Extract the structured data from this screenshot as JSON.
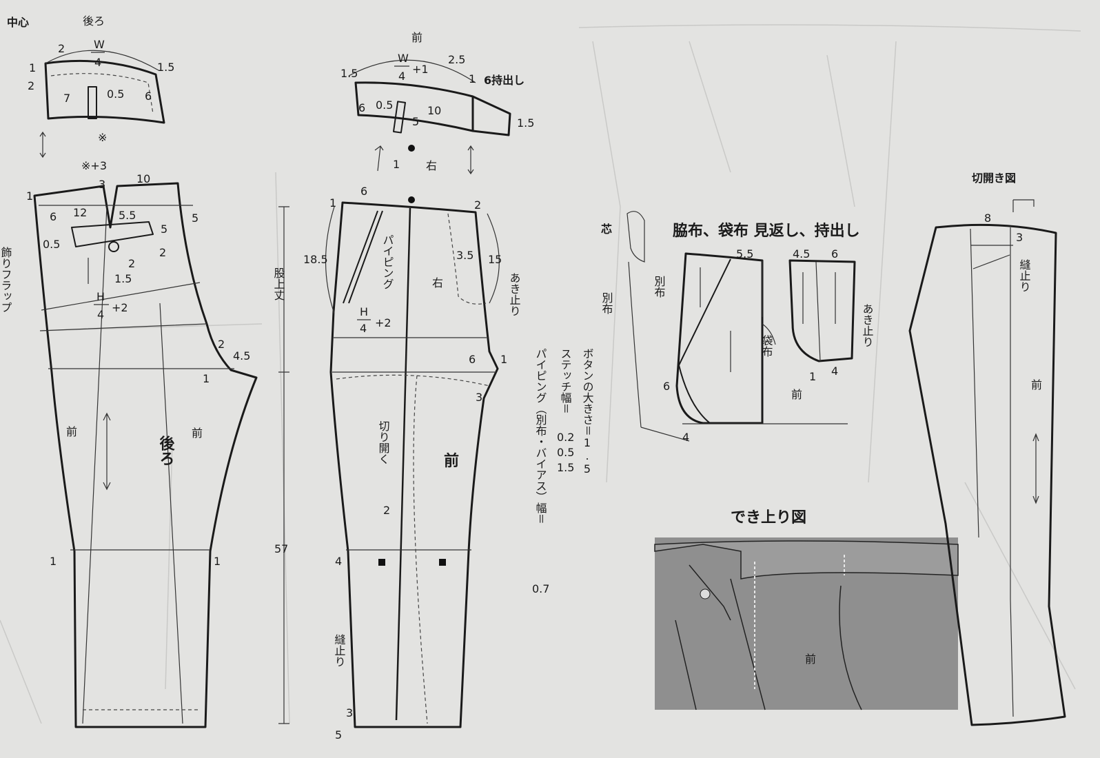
{
  "back_waistband": {
    "title": "後ろ",
    "center": "中心",
    "labels": [
      "2",
      "W",
      "4",
      "1.5",
      "1",
      "2",
      "7",
      "0.5",
      "6",
      "※"
    ]
  },
  "front_waistband": {
    "title": "前",
    "labels": [
      "W",
      "4",
      "+1",
      "2.5",
      "1.5",
      "1",
      "6持出し",
      "6",
      "0.5",
      "10",
      "5",
      "1.5",
      "1",
      "右"
    ]
  },
  "back_pants": {
    "labels": [
      "※+3",
      "3",
      "10",
      "1",
      "12",
      "5.5",
      "6",
      "5",
      "5",
      "0.5",
      "2",
      "2",
      "1.5",
      "H",
      "4",
      "+2",
      "2",
      "4.5",
      "1",
      "前",
      "前",
      "1",
      "1"
    ],
    "flap": "飾りフラップ",
    "name": "後ろ"
  },
  "measures": {
    "rise": "股上丈",
    "length": "57"
  },
  "front_pants": {
    "labels": [
      "6",
      "1",
      "2",
      "18.5",
      "3.5",
      "15",
      "右",
      "H",
      "4",
      "+2",
      "6",
      "1",
      "3",
      "2",
      "4",
      "3",
      "5"
    ],
    "piping": "パイピング",
    "opening_stop": "あき止り",
    "slash": "切り開く",
    "name": "前",
    "stitch_stop": "縫止り"
  },
  "notes": {
    "button": "ボタンの大きさ＝1.5",
    "stitch": "ステッチ幅＝",
    "stitch_values": [
      "0.2",
      "0.5",
      "1.5"
    ],
    "piping": "パイピング（別布・バイアス）幅＝",
    "piping_value": "0.7"
  },
  "pocket": {
    "title": "脇布、袋布 見返し、持出し",
    "interfacing": "芯",
    "separate": "別布",
    "labels": [
      "5.5",
      "4.5",
      "6",
      "6",
      "4",
      "1",
      "4"
    ],
    "side_fabric": "別布",
    "pocket_bag": "袋布",
    "opening_stop": "あき止り",
    "front": "前"
  },
  "finished": {
    "title": "でき上り図",
    "front": "前"
  },
  "slash_view": {
    "title": "切開き図",
    "labels": [
      "8",
      "3"
    ],
    "stitch_stop": "縫止り",
    "front": "前"
  }
}
